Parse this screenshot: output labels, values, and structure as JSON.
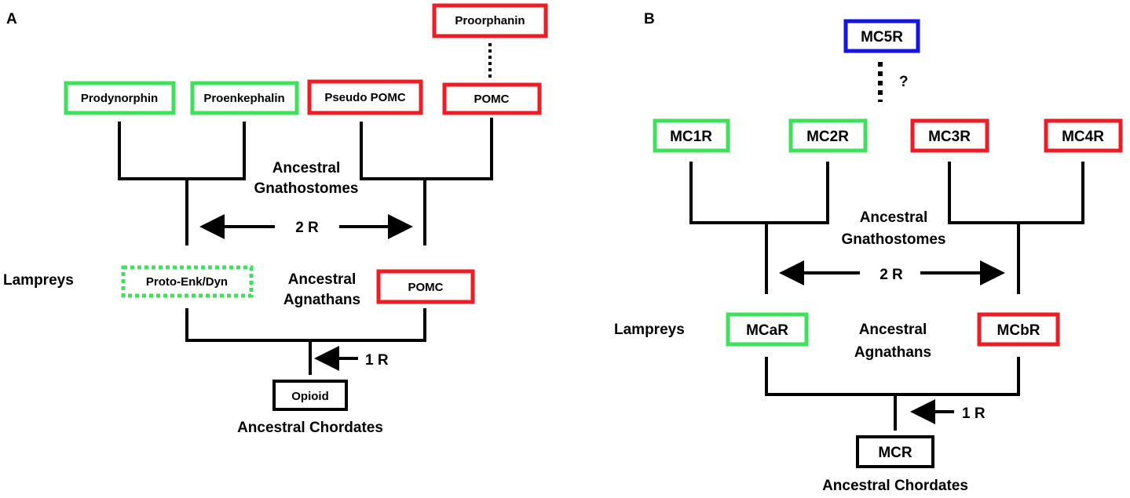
{
  "colors": {
    "green": "#3fe05c",
    "red": "#ee1c24",
    "blue": "#1414e6",
    "black": "#000000"
  },
  "panel_a": {
    "letter": "A",
    "boxes": {
      "proorphanin": "Proorphanin",
      "prodynorphin": "Prodynorphin",
      "proenkephalin": "Proenkephalin",
      "pseudo_pomc": "Pseudo POMC",
      "pomc_top": "POMC",
      "proto_enk_dyn": "Proto-Enk/Dyn",
      "pomc_mid": "POMC",
      "opioid": "Opioid"
    },
    "labels": {
      "gnath_1": "Ancestral",
      "gnath_2": "Gnathostomes",
      "two_r": "2 R",
      "lampreys": "Lampreys",
      "agnath_1": "Ancestral",
      "agnath_2": "Agnathans",
      "one_r": "1 R",
      "chordates": "Ancestral Chordates"
    }
  },
  "panel_b": {
    "letter": "B",
    "boxes": {
      "mc5r": "MC5R",
      "mc1r": "MC1R",
      "mc2r": "MC2R",
      "mc3r": "MC3R",
      "mc4r": "MC4R",
      "mcar": "MCaR",
      "mcbr": "MCbR",
      "mcr": "MCR"
    },
    "labels": {
      "question": "?",
      "gnath_1": "Ancestral",
      "gnath_2": "Gnathostomes",
      "two_r": "2 R",
      "lampreys": "Lampreys",
      "agnath_1": "Ancestral",
      "agnath_2": "Agnathans",
      "one_r": "1 R",
      "chordates": "Ancestral Chordates"
    }
  }
}
